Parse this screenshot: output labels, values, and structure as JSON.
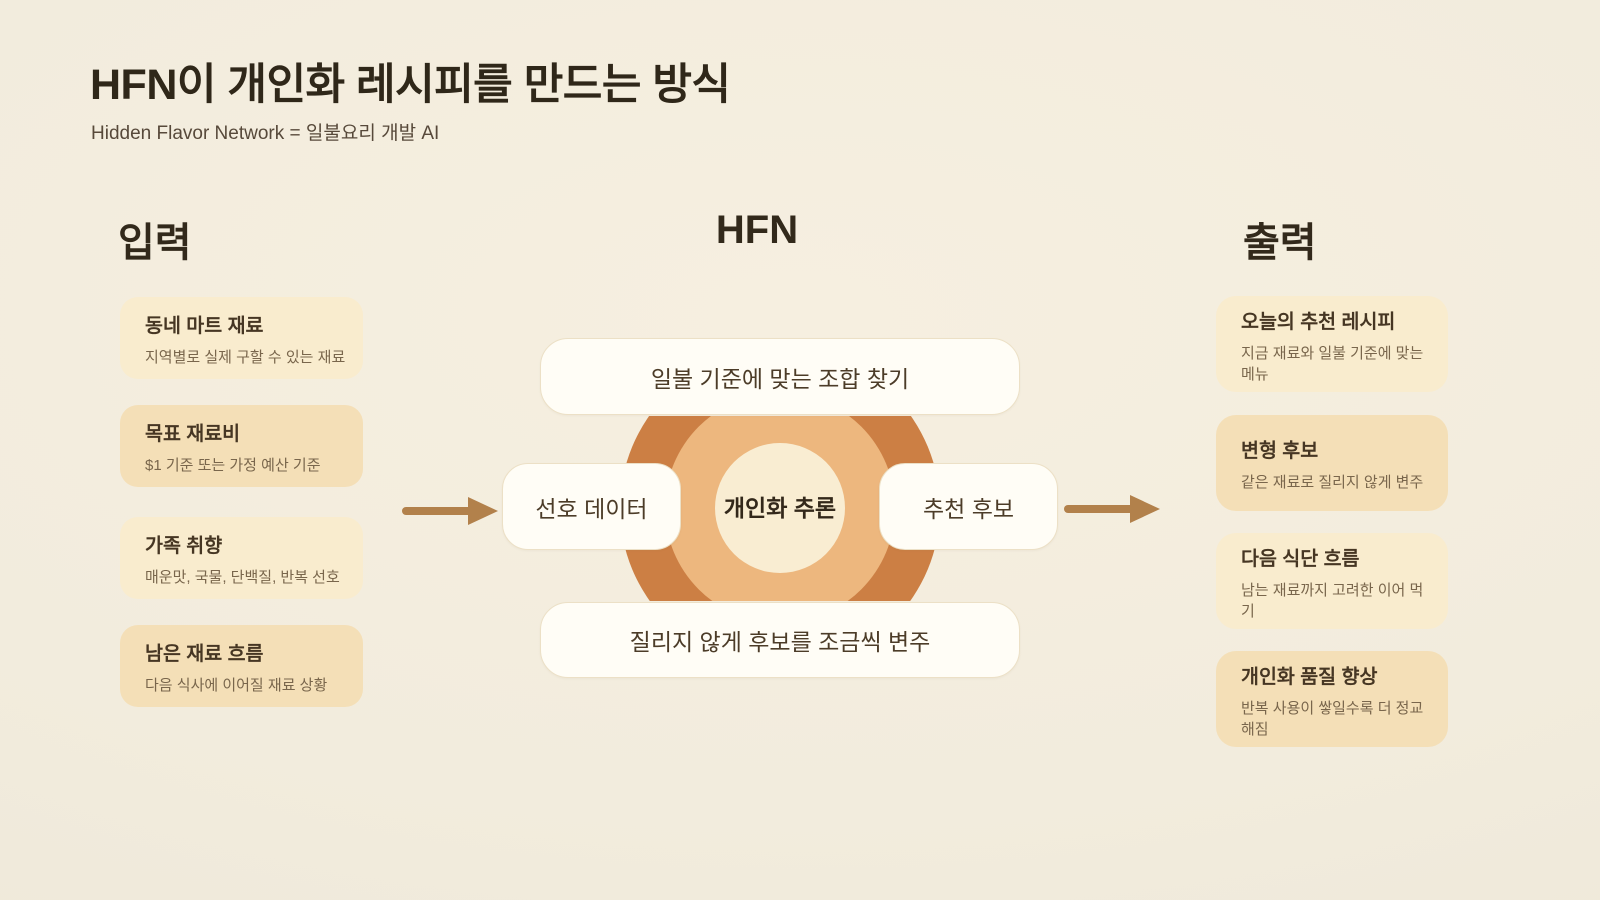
{
  "page": {
    "title": "HFN이 개인화 레시피를 만드는 방식",
    "subtitle": "Hidden Flavor Network = 일불요리 개발 AI"
  },
  "colors": {
    "background": "#f2ecdd",
    "card_light": "#f9ecce",
    "card_dark": "#f4dfb7",
    "pill_bg": "#fffdf6",
    "ring_outer": "#cc7f44",
    "ring_middle": "#edb77e",
    "ring_inner": "#f9edd2",
    "arrow": "#b2814b",
    "heading_text": "#32291b",
    "card_title_text": "#463623",
    "card_sub_text": "#79664c"
  },
  "input_section": {
    "heading": "입력",
    "cards": [
      {
        "title": "동네 마트 재료",
        "subtitle": "지역별로 실제 구할 수 있는 재료",
        "variant": "light"
      },
      {
        "title": "목표 재료비",
        "subtitle": "$1 기준 또는 가정 예산 기준",
        "variant": "dark"
      },
      {
        "title": "가족 취향",
        "subtitle": "매운맛, 국물, 단백질, 반복 선호",
        "variant": "light"
      },
      {
        "title": "남은 재료 흐름",
        "subtitle": "다음 식사에 이어질 재료 상황",
        "variant": "dark"
      }
    ]
  },
  "hfn_section": {
    "heading": "HFN",
    "top_pill": "일불 기준에 맞는 조합 찾기",
    "left_pill": "선호 데이터",
    "center_label": "개인화 추론",
    "right_pill": "추천 후보",
    "bottom_pill": "질리지 않게 후보를 조금씩 변주"
  },
  "output_section": {
    "heading": "출력",
    "cards": [
      {
        "title": "오늘의 추천 레시피",
        "subtitle": "지금 재료와 일불 기준에 맞는 메뉴",
        "variant": "light"
      },
      {
        "title": "변형 후보",
        "subtitle": "같은 재료로 질리지 않게 변주",
        "variant": "dark"
      },
      {
        "title": "다음 식단 흐름",
        "subtitle": "남는 재료까지 고려한 이어 먹기",
        "variant": "light"
      },
      {
        "title": "개인화 품질 향상",
        "subtitle": "반복 사용이 쌓일수록 더 정교해짐",
        "variant": "dark"
      }
    ]
  }
}
